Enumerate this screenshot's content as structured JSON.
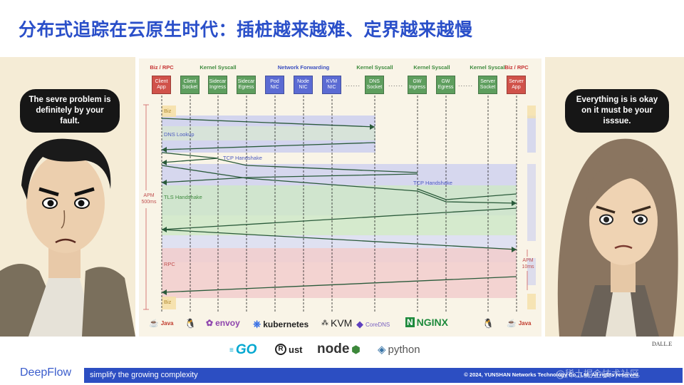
{
  "title": "分布式追踪在云原生时代：插桩越来越难、定界越来越慢",
  "left_bubble": "The sevre problem is definitely by your fault.",
  "right_bubble": "Everything is is okay on it must be your isssue.",
  "header_labels": [
    {
      "text": "Biz / RPC",
      "color": "red"
    },
    {
      "text": "Kernel Syscall",
      "color": "green"
    },
    {
      "text": "Network Forwarding",
      "color": "blue"
    },
    {
      "text": "Kernel Syscall",
      "color": "green"
    },
    {
      "text": "Kernel Syscall",
      "color": "green"
    },
    {
      "text": "Kernel Syscall",
      "color": "green"
    },
    {
      "text": "Biz / RPC",
      "color": "red"
    }
  ],
  "components": [
    {
      "label": "Client App",
      "color": "red"
    },
    {
      "label": "Client Socket",
      "color": "green"
    },
    {
      "label": "Sidecar Ingress",
      "color": "green"
    },
    {
      "label": "Sidecar Egress",
      "color": "green"
    },
    {
      "label": "Pod NIC",
      "color": "blue"
    },
    {
      "label": "Node NIC",
      "color": "blue"
    },
    {
      "label": "KVM NIC",
      "color": "blue"
    },
    {
      "label": "DNS Socket",
      "color": "green"
    },
    {
      "label": "GW Ingress",
      "color": "green"
    },
    {
      "label": "GW Egress",
      "color": "green"
    },
    {
      "label": "Server Socket",
      "color": "green"
    },
    {
      "label": "Server App",
      "color": "red"
    }
  ],
  "dots": "......",
  "phase_labels": {
    "biz_top": "Biz",
    "dns": "DNS Lookup",
    "tcp1": "TCP Handshake",
    "tcp2": "TCP Handshake",
    "tls": "TLS Handshake",
    "rpc": "RPC",
    "biz_bottom": "Biz",
    "apm_left": "APM 500ms",
    "apm_right": "APM 10ms"
  },
  "colors": {
    "title": "#2a4fc9",
    "client_red": "#d0524a",
    "kernel_green": "#5e9e5e",
    "network_blue": "#5b6bd3",
    "dns_band": "#c9cdf0",
    "tls_band": "#cfe8c8",
    "rpc_band": "#f2cccc",
    "footer": "#2c4ec2"
  },
  "bottom_logos_row1": [
    {
      "name": "java-icon",
      "text": "Java"
    },
    {
      "name": "linux-icon",
      "text": ""
    },
    {
      "name": "envoy-icon",
      "text": "envoy"
    },
    {
      "name": "kubernetes-icon",
      "text": "kubernetes"
    },
    {
      "name": "kvm-icon",
      "text": "KVM"
    },
    {
      "name": "coredns-icon",
      "text": "CoreDNS"
    },
    {
      "name": "nginx-icon",
      "text": "NGINX"
    },
    {
      "name": "linux-icon",
      "text": ""
    },
    {
      "name": "java-icon",
      "text": "Java"
    }
  ],
  "bottom_logos_row2": [
    {
      "name": "go-icon",
      "text": "GO"
    },
    {
      "name": "rust-icon",
      "text": "ust"
    },
    {
      "name": "nodejs-icon",
      "text": "node"
    },
    {
      "name": "python-icon",
      "text": "python"
    }
  ],
  "dalle": "DALL.E",
  "brand": "DeepFlow",
  "slogan": "simplify the growing complexity",
  "copyright": "© 2024, YUNSHAN Networks Technology Co., Ltd. All rights reserved.",
  "watermark": "@稀土掘金技术社区"
}
